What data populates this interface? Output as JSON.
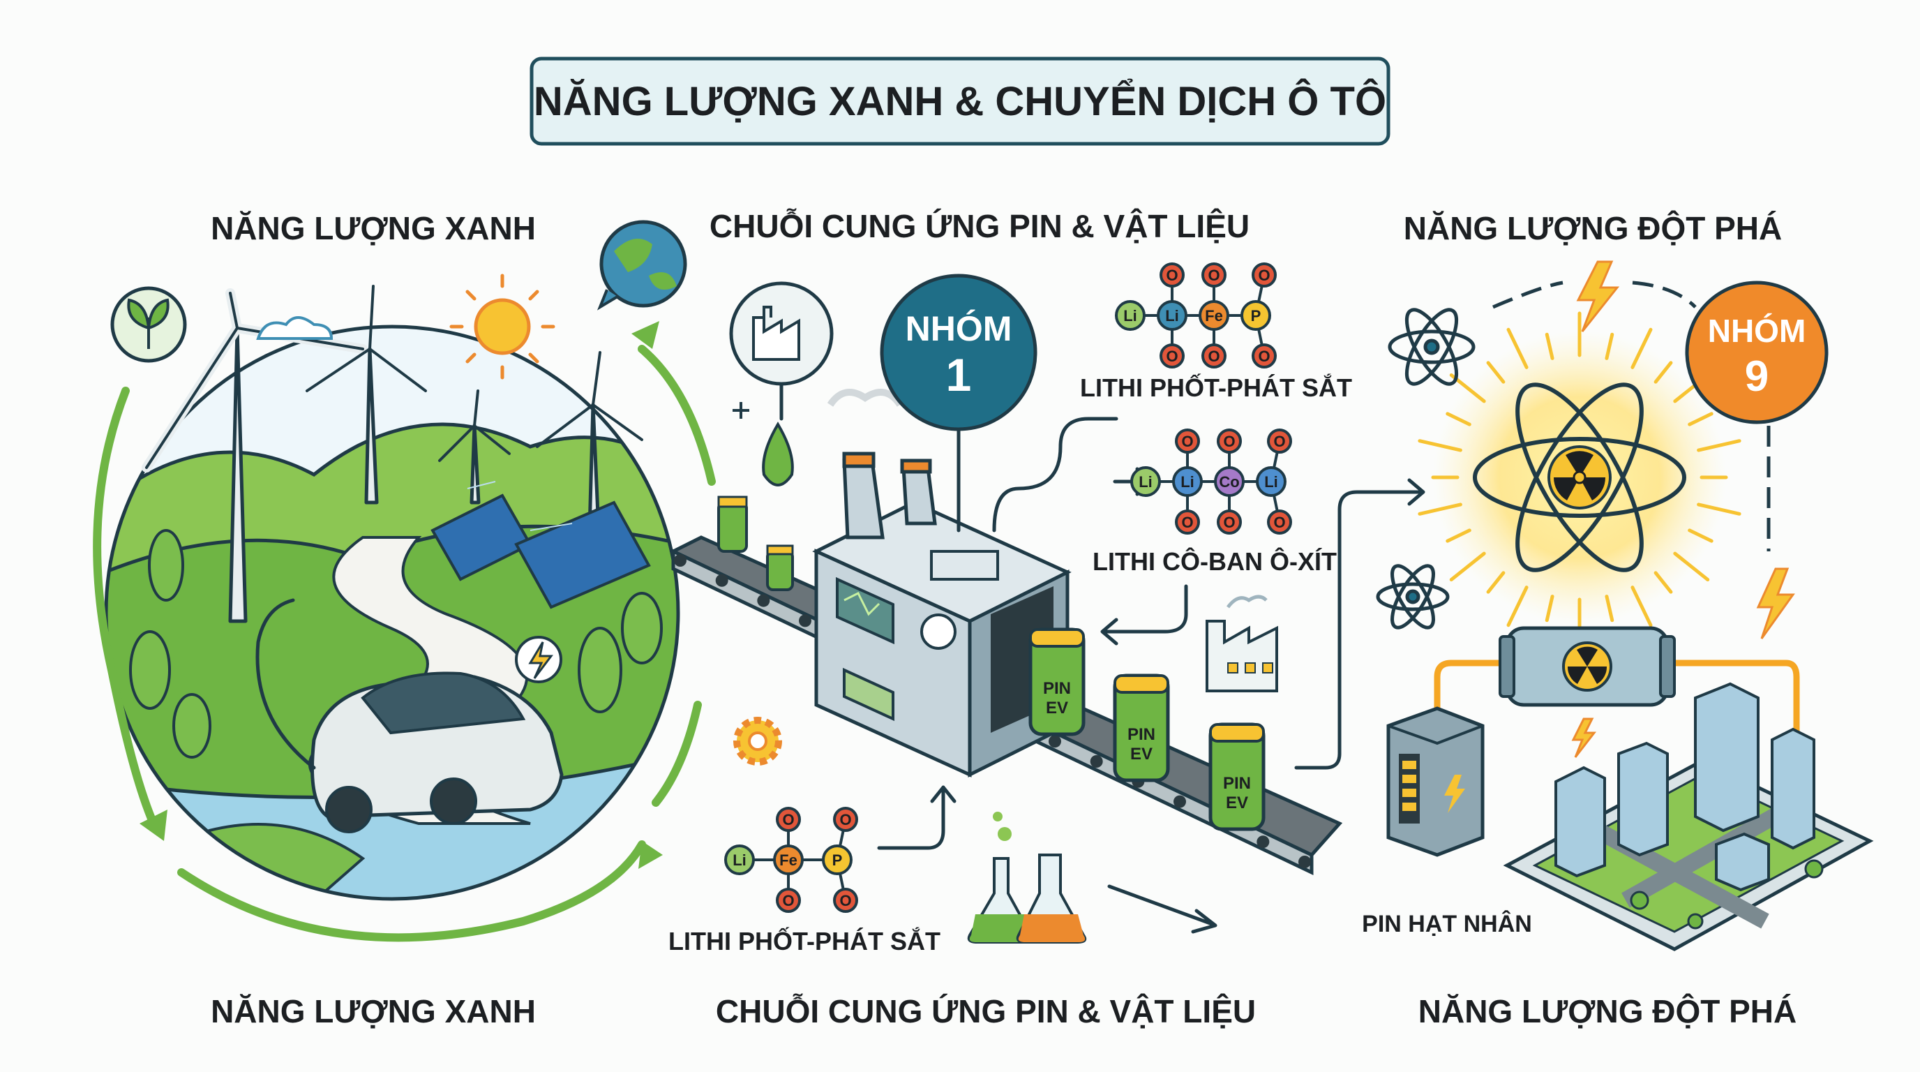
{
  "title": "NĂNG LƯỢNG XANH & CHUYỂN DỊCH Ô TÔ",
  "sections": {
    "green": {
      "top": "NĂNG LƯỢNG XANH",
      "bottom": "NĂNG LƯỢNG XANH"
    },
    "supply": {
      "top": "CHUỖI CUNG ỨNG PIN & VẬT LIỆU",
      "bottom": "CHUỖI CUNG ỨNG PIN & VẬT LIỆU"
    },
    "breakthrough": {
      "top": "NĂNG LƯỢNG ĐỘT PHÁ",
      "bottom": "NĂNG LƯỢNG ĐỘT PHÁ"
    }
  },
  "badges": {
    "group1": {
      "word": "NHÓM",
      "number": "1",
      "color": "#1f6e87"
    },
    "group9": {
      "word": "NHÓM",
      "number": "9",
      "color": "#f08a2a"
    }
  },
  "molecules": [
    {
      "label": "LITHI PHỐT-PHÁT SẮT",
      "chain": [
        {
          "s": "Li",
          "c": "#9bcb6a"
        },
        {
          "s": "Li",
          "c": "#3f8fb4"
        },
        {
          "s": "Fe",
          "c": "#ec8a2e"
        },
        {
          "s": "P",
          "c": "#f5c531"
        }
      ],
      "oxygen": "O"
    },
    {
      "label": "LITHI CÔ-BAN Ô-XÍT",
      "chain": [
        {
          "s": "Li",
          "c": "#9bcb6a"
        },
        {
          "s": "Li",
          "c": "#4e8fcf"
        },
        {
          "s": "Co",
          "c": "#a57ac8"
        },
        {
          "s": "Li",
          "c": "#4e8fcf"
        }
      ],
      "oxygen": "O"
    },
    {
      "label": "LITHI PHỐT-PHÁT SẮT",
      "chain": [
        {
          "s": "Li",
          "c": "#9bcb6a"
        },
        {
          "s": "Fe",
          "c": "#ec8a2e"
        },
        {
          "s": "P",
          "c": "#f5c531"
        }
      ],
      "oxygen": "O"
    }
  ],
  "batteries": [
    {
      "line1": "PIN",
      "line2": "EV"
    },
    {
      "line1": "PIN",
      "line2": "EV"
    },
    {
      "line1": "PIN",
      "line2": "EV"
    }
  ],
  "nuclear_label": "PIN HẠT NHÂN",
  "colors": {
    "green": "#6fb544",
    "teal": "#1f6e87",
    "dark": "#1f3a46",
    "orange": "#f08a2a",
    "sky": "#bfe3f0"
  }
}
